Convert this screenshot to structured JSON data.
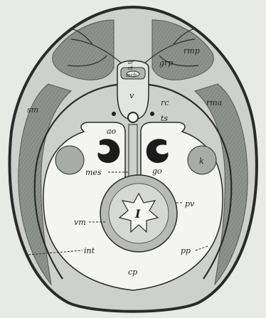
{
  "labels": {
    "ar": "ar",
    "ct": "ct",
    "mcb": "mcb",
    "rmp": "rmp",
    "grp": "grp",
    "v": "v",
    "rc": "rc",
    "rma": "rma",
    "sm": "sm",
    "ts": "ts",
    "ao": "ao",
    "go": "go",
    "k": "k",
    "mes": "mes",
    "pv": "pv",
    "vm": "vm",
    "i": "I",
    "int": "int",
    "pp": "pp",
    "cp": "cp"
  },
  "colors": {
    "background": "#e8eae6",
    "outline": "#2a2a2a",
    "muscle": "#8f9390",
    "tissue": "#cdd0cc",
    "cavity": "#f4f5f2",
    "gonad": "#1c1c1c"
  }
}
